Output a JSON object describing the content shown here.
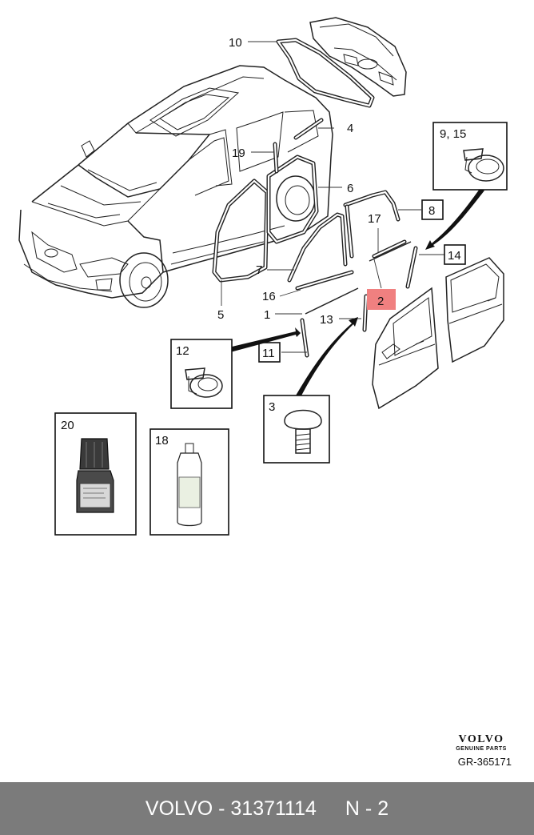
{
  "callouts": [
    {
      "id": "c10",
      "text": "10"
    },
    {
      "id": "c4",
      "text": "4"
    },
    {
      "id": "c19",
      "text": "19"
    },
    {
      "id": "c6",
      "text": "6"
    },
    {
      "id": "c17",
      "text": "17"
    },
    {
      "id": "c7",
      "text": "7"
    },
    {
      "id": "c16",
      "text": "16"
    },
    {
      "id": "c1",
      "text": "1"
    },
    {
      "id": "c5",
      "text": "5"
    },
    {
      "id": "c13",
      "text": "13"
    },
    {
      "id": "c2",
      "text": "2"
    }
  ],
  "boxed_labels": [
    {
      "id": "b8",
      "text": "8"
    },
    {
      "id": "b14",
      "text": "14"
    },
    {
      "id": "b11",
      "text": "11"
    }
  ],
  "detail_boxes": [
    {
      "id": "d915",
      "text": "9, 15",
      "icon": "clip-icon"
    },
    {
      "id": "d12",
      "text": "12",
      "icon": "clip-icon"
    },
    {
      "id": "d3",
      "text": "3",
      "icon": "screw-icon"
    },
    {
      "id": "d20",
      "text": "20",
      "icon": "bottle-icon"
    },
    {
      "id": "d18",
      "text": "18",
      "icon": "liquid-bottle-icon"
    }
  ],
  "highlight_color": "#f08080",
  "brand": {
    "logo": "VOLVO",
    "sub": "GENUINE PARTS",
    "code": "GR-365171"
  },
  "footer": {
    "part": "VOLVO - 31371114",
    "ref": "N - 2"
  }
}
